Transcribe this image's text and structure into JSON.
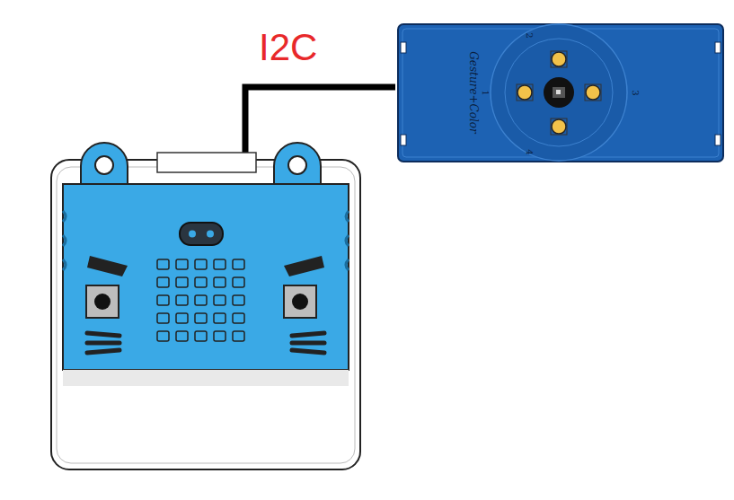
{
  "diagram": {
    "nodes": [
      {
        "text": [
          "Gesture+Color",
          "2",
          "1",
          "3",
          "4"
        ]
      }
    ],
    "labels": [
      "I2C"
    ]
  }
}
